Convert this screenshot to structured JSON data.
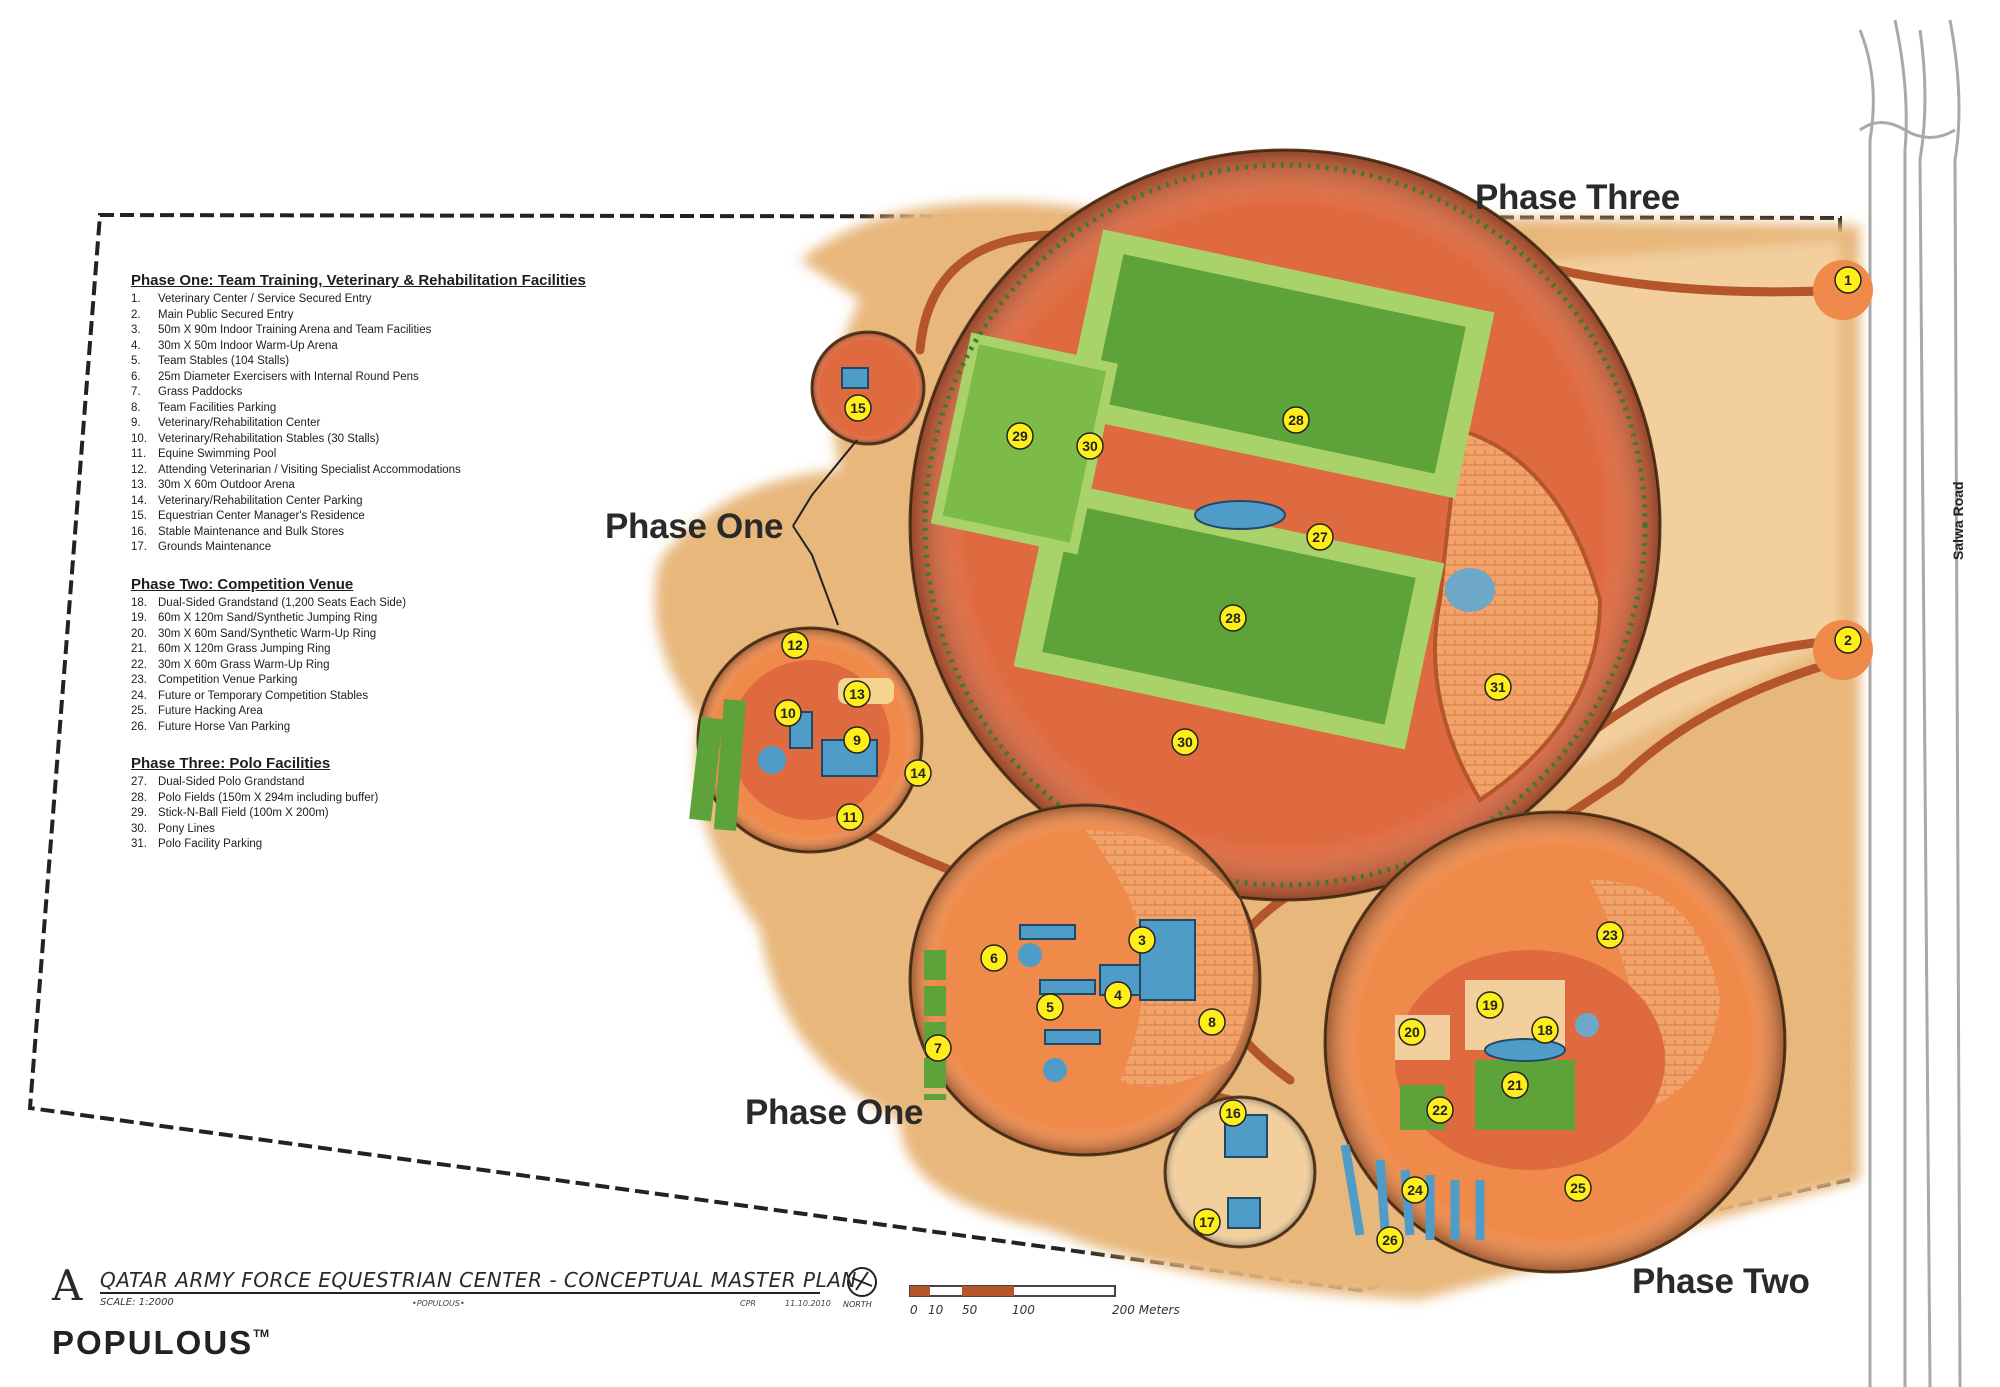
{
  "legend": {
    "phase_one": {
      "heading": "Phase One: Team Training, Veterinary & Rehabilitation Facilities",
      "items": [
        {
          "num": "1.",
          "text": "Veterinary Center / Service Secured Entry"
        },
        {
          "num": "2.",
          "text": "Main Public Secured Entry"
        },
        {
          "num": "3.",
          "text": "50m X 90m Indoor Training Arena and Team Facilities"
        },
        {
          "num": "4.",
          "text": "30m X 50m Indoor Warm-Up Arena"
        },
        {
          "num": "5.",
          "text": "Team Stables (104 Stalls)"
        },
        {
          "num": "6.",
          "text": "25m Diameter Exercisers with Internal Round Pens"
        },
        {
          "num": "7.",
          "text": "Grass Paddocks"
        },
        {
          "num": "8.",
          "text": "Team Facilities Parking"
        },
        {
          "num": "9.",
          "text": "Veterinary/Rehabilitation Center"
        },
        {
          "num": "10.",
          "text": "Veterinary/Rehabilitation Stables (30 Stalls)"
        },
        {
          "num": "11.",
          "text": "Equine Swimming Pool"
        },
        {
          "num": "12.",
          "text": "Attending Veterinarian / Visiting Specialist Accommodations"
        },
        {
          "num": "13.",
          "text": "30m X 60m Outdoor Arena"
        },
        {
          "num": "14.",
          "text": "Veterinary/Rehabilitation Center Parking"
        },
        {
          "num": "15.",
          "text": "Equestrian Center Manager's Residence"
        },
        {
          "num": "16.",
          "text": "Stable Maintenance and Bulk Stores"
        },
        {
          "num": "17.",
          "text": "Grounds Maintenance"
        }
      ]
    },
    "phase_two": {
      "heading": "Phase Two: Competition Venue",
      "items": [
        {
          "num": "18.",
          "text": "Dual-Sided Grandstand (1,200 Seats Each Side)"
        },
        {
          "num": "19.",
          "text": "60m X 120m Sand/Synthetic Jumping Ring"
        },
        {
          "num": "20.",
          "text": "30m X 60m Sand/Synthetic Warm-Up Ring"
        },
        {
          "num": "21.",
          "text": "60m X 120m Grass Jumping Ring"
        },
        {
          "num": "22.",
          "text": "30m X 60m Grass Warm-Up Ring"
        },
        {
          "num": "23.",
          "text": "Competition Venue Parking"
        },
        {
          "num": "24.",
          "text": "Future or Temporary Competition Stables"
        },
        {
          "num": "25.",
          "text": "Future Hacking Area"
        },
        {
          "num": "26.",
          "text": "Future Horse Van Parking"
        }
      ]
    },
    "phase_three": {
      "heading": "Phase Three: Polo Facilities",
      "items": [
        {
          "num": "27.",
          "text": "Dual-Sided Polo Grandstand"
        },
        {
          "num": "28.",
          "text": "Polo Fields (150m X 294m including buffer)"
        },
        {
          "num": "29.",
          "text": "Stick-N-Ball Field (100m X 200m)"
        },
        {
          "num": "30.",
          "text": "Pony Lines"
        },
        {
          "num": "31.",
          "text": "Polo Facility Parking"
        }
      ]
    }
  },
  "phase_labels": {
    "three": "Phase Three",
    "one_a": "Phase One",
    "one_b": "Phase One",
    "two": "Phase Two"
  },
  "road": "Salwa Road",
  "title_block": {
    "letter": "A",
    "title": "QATAR ARMY FORCE EQUESTRIAN CENTER - CONCEPTUAL MASTER PLAN",
    "scale": "SCALE: 1:2000",
    "firm_small": "•POPULOUS•",
    "credit": "CPR",
    "date": "11.10.2010",
    "north": "NORTH",
    "brand": "POPULOUS",
    "brand_tm": "TM"
  },
  "scale_bar": {
    "labels": [
      "0",
      "10",
      "50",
      "100",
      "200 Meters"
    ],
    "marks": [
      0,
      10,
      50,
      100,
      200
    ]
  },
  "markers": [
    "1",
    "2",
    "3",
    "4",
    "5",
    "6",
    "7",
    "8",
    "9",
    "10",
    "11",
    "12",
    "13",
    "14",
    "15",
    "16",
    "17",
    "18",
    "19",
    "20",
    "21",
    "22",
    "23",
    "24",
    "25",
    "26",
    "27",
    "28",
    "28",
    "29",
    "30",
    "30",
    "31"
  ],
  "colors": {
    "sand": "#e8b77c",
    "sand_light": "#f2cf9d",
    "terracotta": "#e06a3f",
    "orange": "#f08a4a",
    "grass": "#5ea23a",
    "grass_light": "#a9d36a",
    "path": "#b5552b",
    "marker": "#ffee1a",
    "building": "#4e9cc7"
  }
}
